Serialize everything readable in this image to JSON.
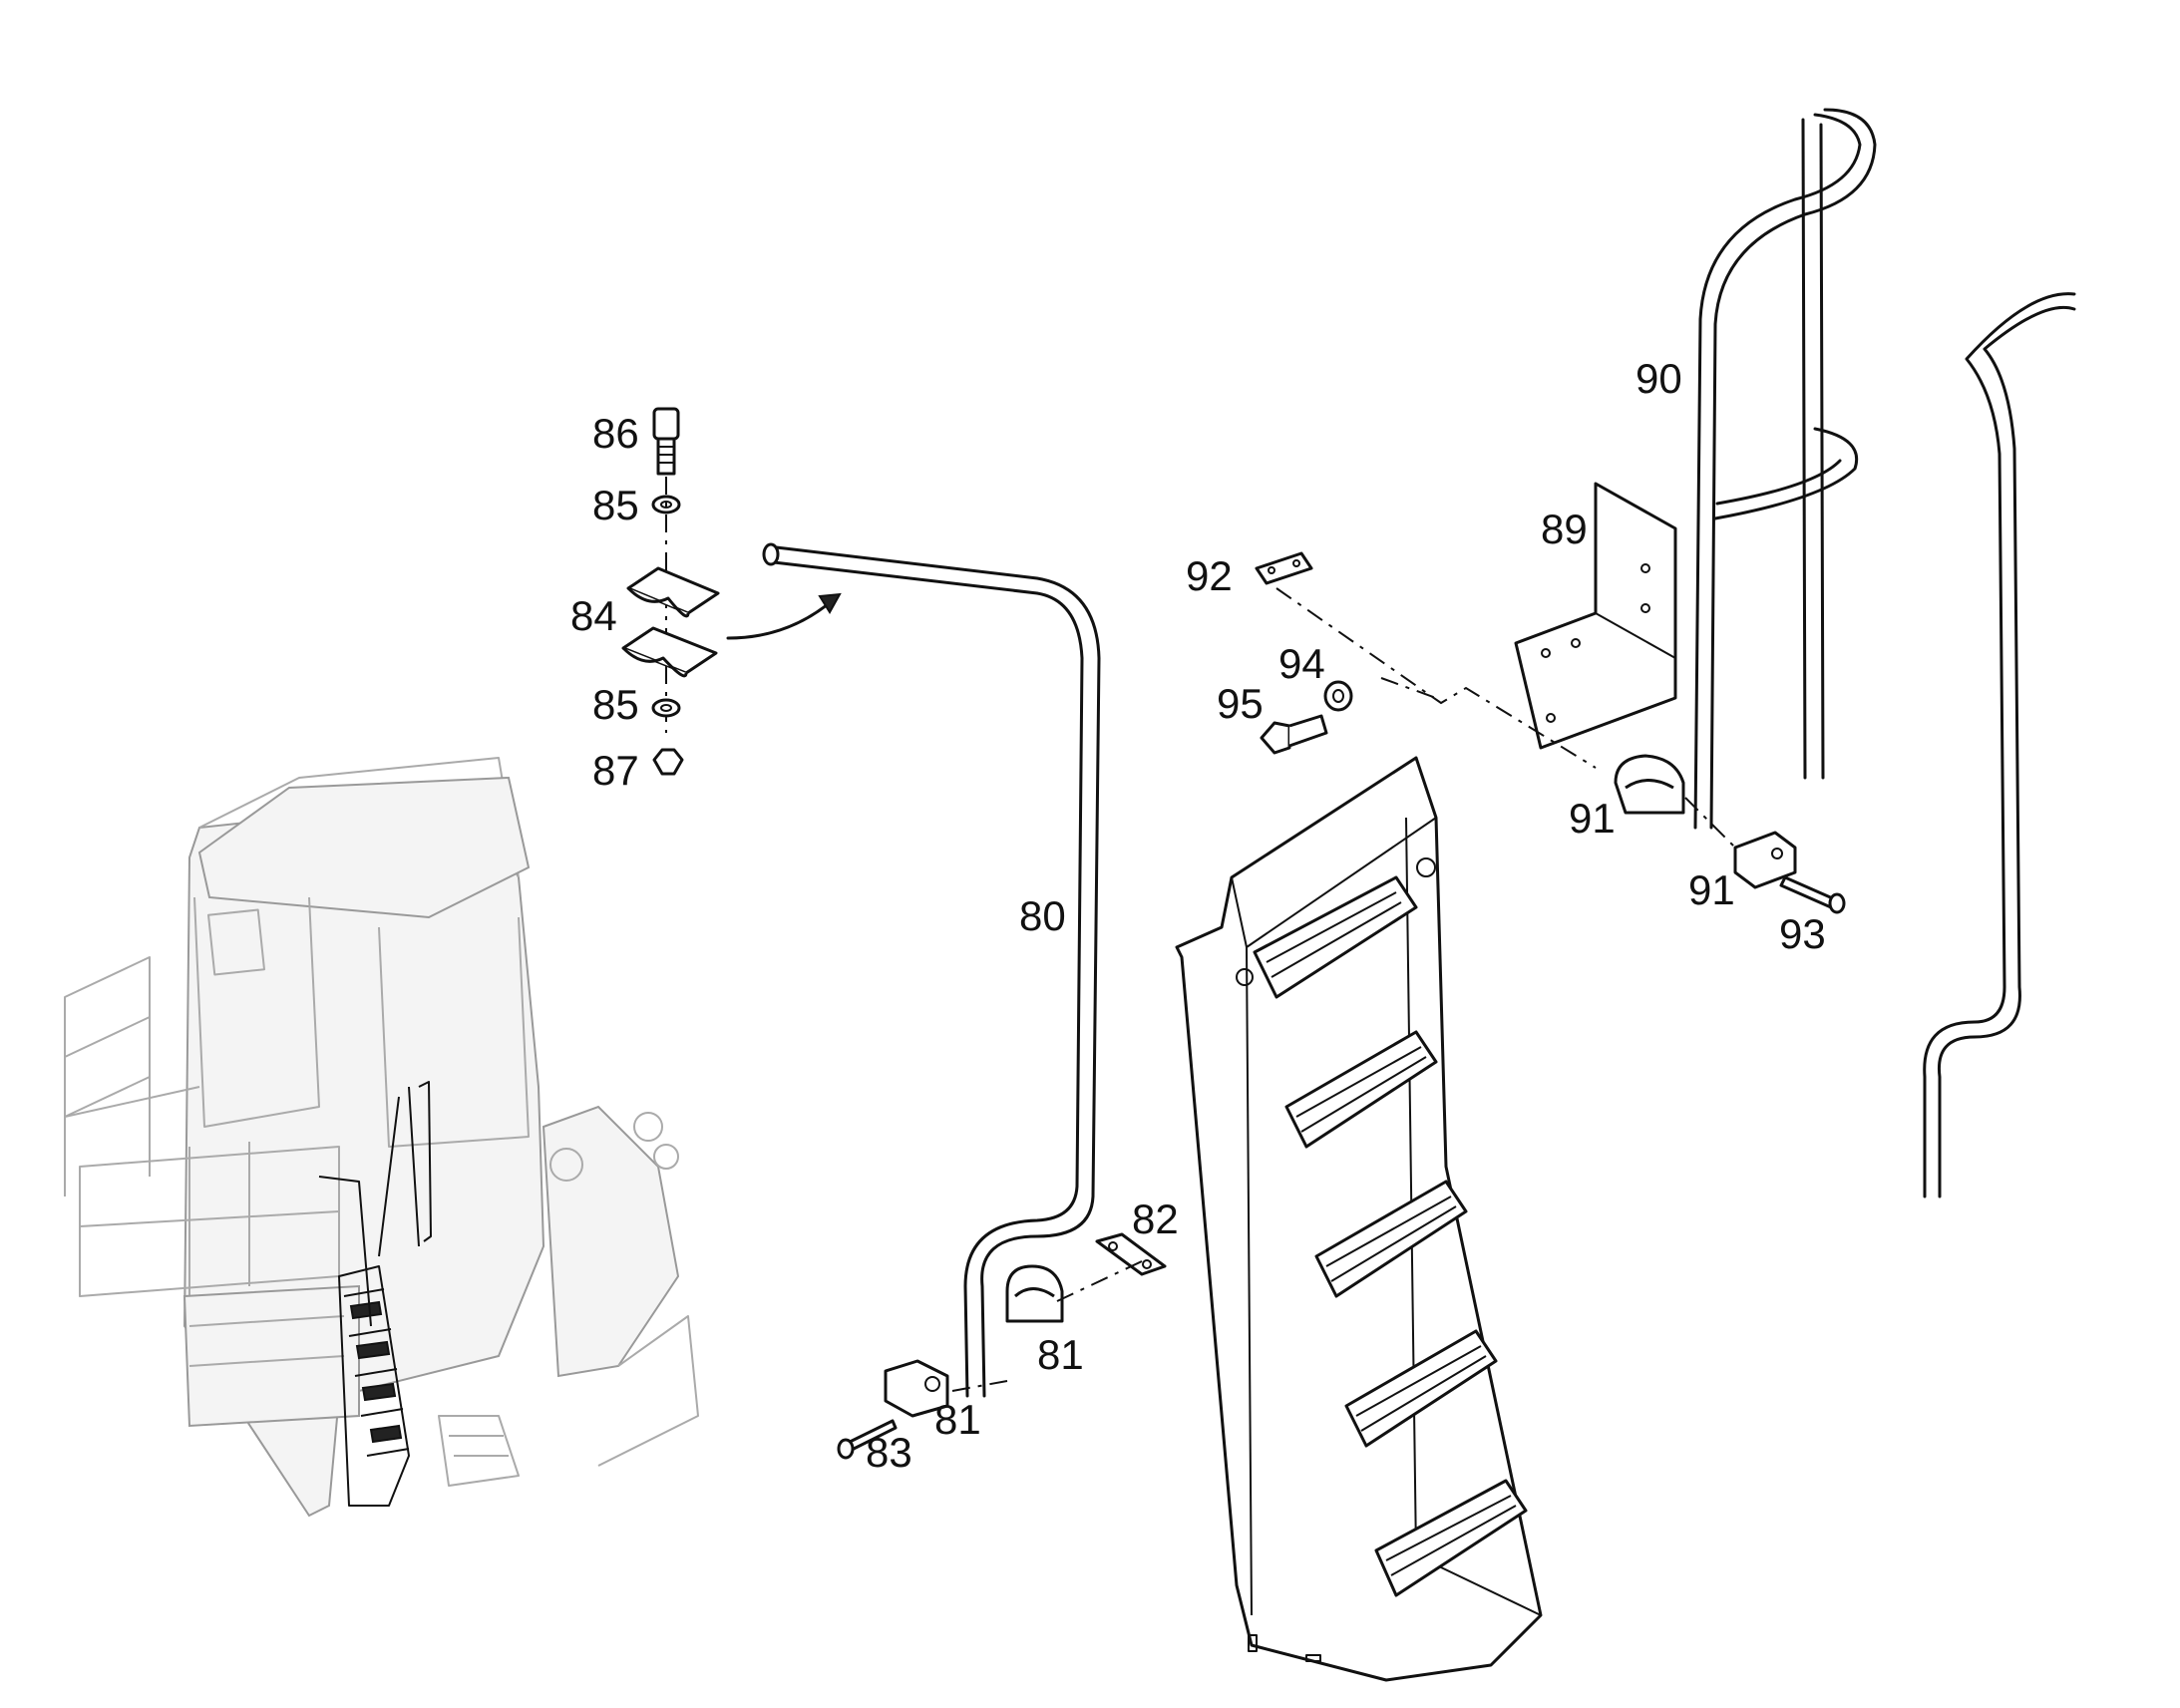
{
  "callouts": {
    "p80": "80",
    "p81a": "81",
    "p81b": "81",
    "p82": "82",
    "p83": "83",
    "p84": "84",
    "p85a": "85",
    "p85b": "85",
    "p86": "86",
    "p87": "87",
    "p89": "89",
    "p90": "90",
    "p91a": "91",
    "p91b": "91",
    "p92": "92",
    "p93": "93",
    "p94": "94",
    "p95": "95"
  }
}
